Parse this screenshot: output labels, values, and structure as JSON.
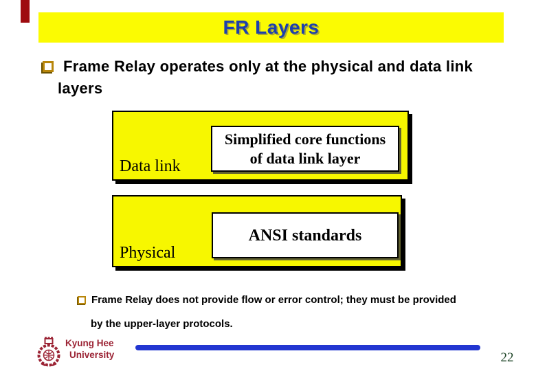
{
  "colors": {
    "slide-yellow": "#fbfb02",
    "diagram-yellow": "#f7f700",
    "title-blue": "#1c3fae",
    "corner-red": "#9e0b0f",
    "bullet-gold": "#b8860b",
    "bullet-gold-dark": "#6b5200",
    "maroon": "#9b2334",
    "bar-blue": "#2236d1",
    "page-green": "#1d4426"
  },
  "title": {
    "text": "FR Layers"
  },
  "bullets": {
    "first": {
      "line1": "Frame Relay operates only at the physical and data link",
      "line2": "layers"
    },
    "second": {
      "line1": "Frame Relay does not provide flow or error control; they must be provided",
      "line2": "by the upper-layer protocols."
    }
  },
  "diagram": {
    "data_link": {
      "label": "Data link",
      "inner_line1": "Simplified core functions",
      "inner_line2": "of data link layer"
    },
    "physical": {
      "label": "Physical",
      "inner_text": "ANSI standards"
    }
  },
  "footer": {
    "institution_line1": "Kyung Hee",
    "institution_line2": "University",
    "page_number": "22"
  }
}
